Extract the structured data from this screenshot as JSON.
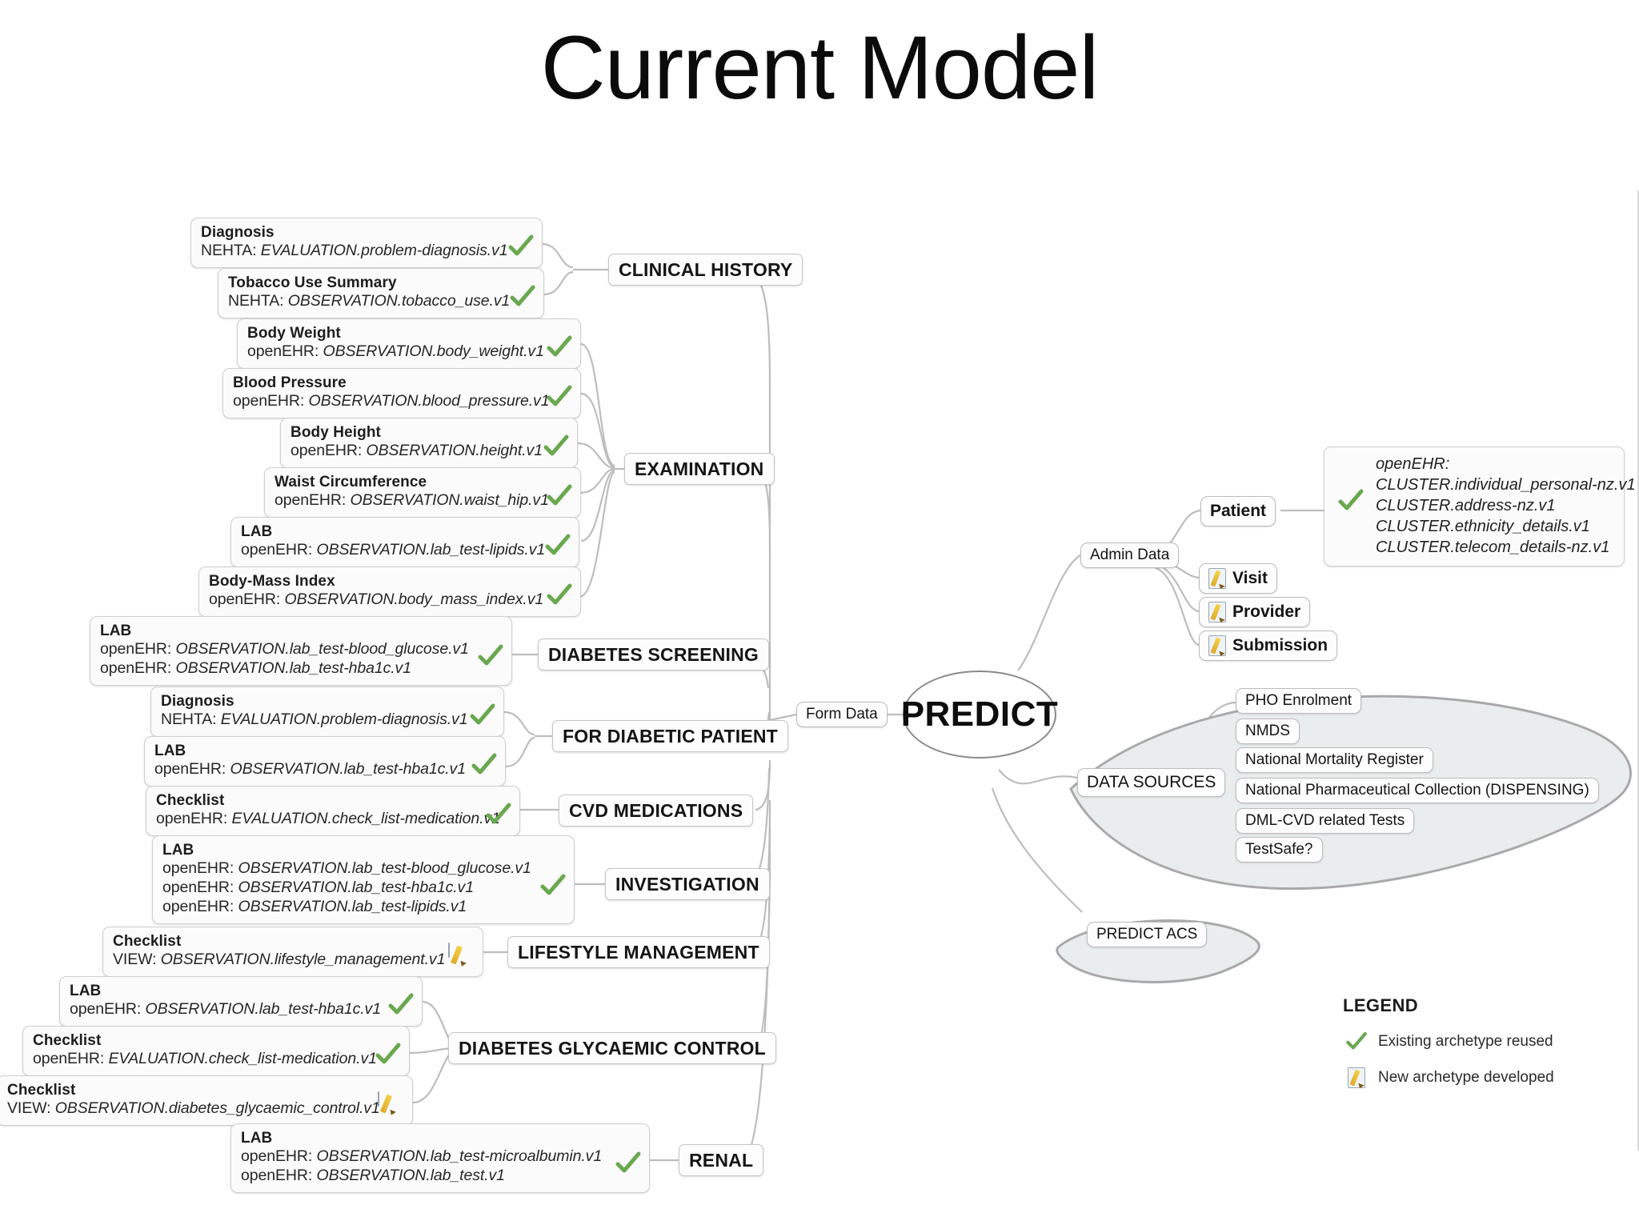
{
  "slide": {
    "title": "Current Model"
  },
  "center": {
    "label": "PREDICT"
  },
  "branches": {
    "form_data": "Form Data",
    "admin_data": "Admin Data",
    "data_sources": "DATA SOURCES",
    "predict_acs": "PREDICT ACS"
  },
  "categories": [
    {
      "id": "clinical-history",
      "label": "CLINICAL HISTORY"
    },
    {
      "id": "examination",
      "label": "EXAMINATION"
    },
    {
      "id": "diabetes-screening",
      "label": "DIABETES SCREENING"
    },
    {
      "id": "for-diabetic-patient",
      "label": "FOR DIABETIC PATIENT"
    },
    {
      "id": "cvd-medications",
      "label": "CVD MEDICATIONS"
    },
    {
      "id": "investigation",
      "label": "INVESTIGATION"
    },
    {
      "id": "lifestyle-management",
      "label": "LIFESTYLE MANAGEMENT"
    },
    {
      "id": "diabetes-glycaemic-control",
      "label": "DIABETES GLYCAEMIC CONTROL"
    },
    {
      "id": "renal",
      "label": "RENAL"
    }
  ],
  "cards": [
    {
      "id": "diagnosis-clinical",
      "title": "Diagnosis",
      "lines": [
        {
          "ns": "NEHTA: ",
          "it": "EVALUATION.problem-diagnosis.v1"
        }
      ],
      "mark": "tick"
    },
    {
      "id": "tobacco-use-summary",
      "title": "Tobacco Use Summary",
      "lines": [
        {
          "ns": "NEHTA: ",
          "it": "OBSERVATION.tobacco_use.v1"
        }
      ],
      "mark": "tick"
    },
    {
      "id": "body-weight",
      "title": "Body Weight",
      "lines": [
        {
          "ns": "openEHR: ",
          "it": "OBSERVATION.body_weight.v1"
        }
      ],
      "mark": "tick"
    },
    {
      "id": "blood-pressure",
      "title": "Blood Pressure",
      "lines": [
        {
          "ns": "openEHR: ",
          "it": "OBSERVATION.blood_pressure.v1"
        }
      ],
      "mark": "tick"
    },
    {
      "id": "body-height",
      "title": "Body Height",
      "lines": [
        {
          "ns": "openEHR: ",
          "it": "OBSERVATION.height.v1"
        }
      ],
      "mark": "tick"
    },
    {
      "id": "waist-circumference",
      "title": "Waist Circumference",
      "lines": [
        {
          "ns": "openEHR: ",
          "it": "OBSERVATION.waist_hip.v1"
        }
      ],
      "mark": "tick"
    },
    {
      "id": "lab-lipids-exam",
      "title": "LAB",
      "lines": [
        {
          "ns": "openEHR: ",
          "it": "OBSERVATION.lab_test-lipids.v1"
        }
      ],
      "mark": "tick"
    },
    {
      "id": "body-mass-index",
      "title": "Body-Mass Index",
      "lines": [
        {
          "ns": "openEHR: ",
          "it": "OBSERVATION.body_mass_index.v1"
        }
      ],
      "mark": "tick"
    },
    {
      "id": "lab-diabetes-screening",
      "title": "LAB",
      "lines": [
        {
          "ns": "openEHR: ",
          "it": "OBSERVATION.lab_test-blood_glucose.v1"
        },
        {
          "ns": "openEHR: ",
          "it": "OBSERVATION.lab_test-hba1c.v1"
        }
      ],
      "mark": "tick"
    },
    {
      "id": "diagnosis-diabetic",
      "title": "Diagnosis",
      "lines": [
        {
          "ns": "NEHTA: ",
          "it": "EVALUATION.problem-diagnosis.v1"
        }
      ],
      "mark": "tick"
    },
    {
      "id": "lab-hba1c-diabetic",
      "title": "LAB",
      "lines": [
        {
          "ns": "openEHR: ",
          "it": "OBSERVATION.lab_test-hba1c.v1"
        }
      ],
      "mark": "tick"
    },
    {
      "id": "checklist-cvd-medications",
      "title": "Checklist",
      "lines": [
        {
          "ns": "openEHR: ",
          "it": "EVALUATION.check_list-medication.v1"
        }
      ],
      "mark": "tick"
    },
    {
      "id": "lab-investigation",
      "title": "LAB",
      "lines": [
        {
          "ns": "openEHR: ",
          "it": "OBSERVATION.lab_test-blood_glucose.v1"
        },
        {
          "ns": "openEHR: ",
          "it": "OBSERVATION.lab_test-hba1c.v1"
        },
        {
          "ns": "openEHR: ",
          "it": "OBSERVATION.lab_test-lipids.v1"
        }
      ],
      "mark": "tick"
    },
    {
      "id": "checklist-lifestyle-management",
      "title": "Checklist",
      "lines": [
        {
          "ns": "VIEW: ",
          "it": "OBSERVATION.lifestyle_management.v1"
        }
      ],
      "mark": "pencil"
    },
    {
      "id": "lab-hba1c-glycaemic",
      "title": "LAB",
      "lines": [
        {
          "ns": "openEHR: ",
          "it": "OBSERVATION.lab_test-hba1c.v1"
        }
      ],
      "mark": "tick"
    },
    {
      "id": "checklist-medication-glycaemic",
      "title": "Checklist",
      "lines": [
        {
          "ns": "openEHR: ",
          "it": "EVALUATION.check_list-medication.v1"
        }
      ],
      "mark": "tick"
    },
    {
      "id": "checklist-diabetes-glycaemic-control",
      "title": "Checklist",
      "lines": [
        {
          "ns": "VIEW: ",
          "it": "OBSERVATION.diabetes_glycaemic_control.v1"
        }
      ],
      "mark": "pencil"
    },
    {
      "id": "lab-renal",
      "title": "LAB",
      "lines": [
        {
          "ns": "openEHR: ",
          "it": "OBSERVATION.lab_test-microalbumin.v1"
        },
        {
          "ns": "openEHR: ",
          "it": "OBSERVATION.lab_test.v1"
        }
      ],
      "mark": "tick"
    }
  ],
  "admin": {
    "nodes": [
      {
        "id": "patient",
        "label": "Patient",
        "mark": "none"
      },
      {
        "id": "visit",
        "label": "Visit",
        "mark": "pencil"
      },
      {
        "id": "provider",
        "label": "Provider",
        "mark": "pencil"
      },
      {
        "id": "submission",
        "label": "Submission",
        "mark": "pencil"
      }
    ],
    "patient_cluster": {
      "lines": [
        "openEHR:",
        "CLUSTER.individual_personal-nz.v1",
        "CLUSTER.address-nz.v1",
        "CLUSTER.ethnicity_details.v1",
        "CLUSTER.telecom_details-nz.v1"
      ],
      "mark": "tick"
    }
  },
  "data_sources": [
    {
      "id": "pho-enrolment",
      "label": "PHO Enrolment"
    },
    {
      "id": "nmds",
      "label": "NMDS"
    },
    {
      "id": "national-mortality-register",
      "label": "National Mortality Register"
    },
    {
      "id": "national-pharmaceutical-collection",
      "label": "National Pharmaceutical Collection (DISPENSING)"
    },
    {
      "id": "dml-cvd-related-tests",
      "label": "DML-CVD related Tests"
    },
    {
      "id": "testsafe",
      "label": "TestSafe?"
    }
  ],
  "legend": {
    "title": "LEGEND",
    "items": [
      {
        "id": "existing-archetype-reused",
        "icon": "tick",
        "label": "Existing archetype reused"
      },
      {
        "id": "new-archetype-developed",
        "icon": "pencil",
        "label": "New archetype developed"
      }
    ]
  },
  "colors": {
    "tick": "#6aa84f",
    "pencil": "#e0a92b",
    "blob_fill": "#e9eded",
    "blob_stroke": "#a9a9a9"
  }
}
